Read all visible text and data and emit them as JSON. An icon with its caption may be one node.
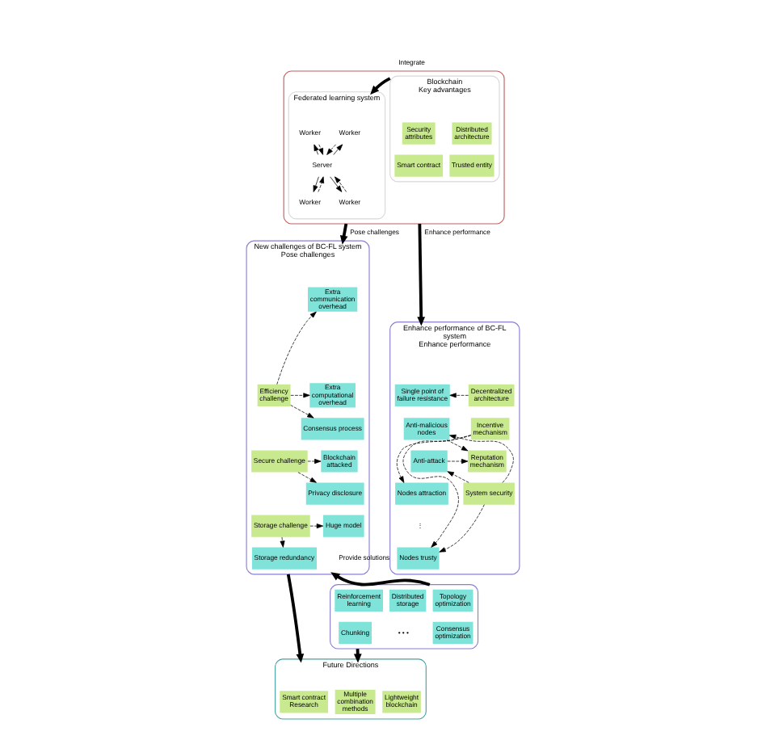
{
  "diagram": {
    "nodes": [
      {
        "text": [],
        "shape": "box"
      },
      {
        "text": [
          "Blockchain",
          "Key advantages"
        ],
        "in": 0
      },
      {
        "text": [
          "Security attributes"
        ],
        "in": 1
      },
      {
        "text": [
          "Distributed architecture"
        ],
        "in": 1
      },
      {
        "text": [
          "Smart contract"
        ],
        "in": 1
      },
      {
        "text": [
          "Trusted entity"
        ],
        "in": 1
      },
      {
        "text": [
          "Federated learning system"
        ],
        "in": 0
      },
      {
        "text": [
          "Server"
        ],
        "in": 6
      },
      {
        "text": [
          "Worker"
        ],
        "in": 6
      },
      {
        "text": [
          "Worker"
        ],
        "in": 6
      },
      {
        "text": [
          "Worker"
        ],
        "in": 6
      },
      {
        "text": [
          "Worker"
        ],
        "in": 6
      },
      {
        "text": [
          "Enhance performance of BC-FL system",
          "Enhance performance"
        ]
      },
      {
        "text": [
          "Single point of failure resistance"
        ],
        "in": 12
      },
      {
        "text": [
          "Anti-malicious nodes"
        ],
        "in": 12
      },
      {
        "text": [
          "Anti-attack"
        ],
        "in": 12
      },
      {
        "text": [
          "Nodes attraction"
        ],
        "in": 12
      },
      {
        "text": [
          "Nodes trusty"
        ],
        "in": 12
      },
      {
        "text": [
          "Decentralized architecture"
        ],
        "in": 12
      },
      {
        "text": [
          "Incentive mechanism"
        ],
        "in": 12
      },
      {
        "text": [
          "Reputation mechanism"
        ],
        "in": 12
      },
      {
        "text": [
          "System security"
        ],
        "in": 12
      },
      {
        "text": [
          "New challenges of BC-FL system",
          "Pose challenges"
        ]
      },
      {
        "text": [
          "Efficiency challenge"
        ],
        "in": 22
      },
      {
        "text": [
          "Extra communication overhead"
        ],
        "in": 22
      },
      {
        "text": [
          "Extra computational overhead"
        ],
        "in": 22
      },
      {
        "text": [
          "Consensus process"
        ],
        "in": 22
      },
      {
        "text": [
          "Secure challenge"
        ],
        "in": 22
      },
      {
        "text": [
          "Blockchain attacked"
        ],
        "in": 22
      },
      {
        "text": [
          "Privacy disclosure"
        ],
        "in": 22
      },
      {
        "text": [
          "Storage challenge"
        ],
        "in": 22
      },
      {
        "text": [
          "Huge model"
        ],
        "in": 22
      },
      {
        "text": [
          "Storage redundancy"
        ],
        "in": 22
      },
      {
        "text": [],
        "shape": "box"
      },
      {
        "text": [
          "Reinforcement learning"
        ],
        "in": 33
      },
      {
        "text": [
          "Distributed storage"
        ],
        "in": 33
      },
      {
        "text": [
          "Topology optimization"
        ],
        "in": 33
      },
      {
        "text": [
          "Chunking"
        ],
        "in": 33
      },
      {
        "text": [
          "Consensus optimization"
        ],
        "in": 33
      },
      {
        "text": [
          "Future Directions"
        ]
      },
      {
        "text": [
          "Multiple combination methods"
        ],
        "in": 39
      },
      {
        "text": [
          "Lightweight blockchain"
        ],
        "in": 39
      },
      {
        "text": [
          "Smart contract Research"
        ],
        "in": 39
      }
    ],
    "edges": [
      {
        "from": 1,
        "to": 6,
        "arrow": "to",
        "label": "Integrate",
        "style": "thick"
      },
      {
        "from": 7,
        "to": 8,
        "arrow": "to"
      },
      {
        "from": 8,
        "to": 7,
        "arrow": "to",
        "style": "dashed"
      },
      {
        "from": 7,
        "to": 9,
        "arrow": "to"
      },
      {
        "from": 9,
        "to": 7,
        "arrow": "to",
        "style": "dashed"
      },
      {
        "from": 7,
        "to": 10,
        "arrow": "to"
      },
      {
        "from": 10,
        "to": 7,
        "arrow": "to",
        "style": "dashed"
      },
      {
        "from": 7,
        "to": 11,
        "arrow": "to"
      },
      {
        "from": 11,
        "to": 7,
        "arrow": "to",
        "style": "dashed"
      },
      {
        "from": 0,
        "to": 12,
        "arrow": "to",
        "label": "Enhance performance",
        "style": "thick"
      },
      {
        "from": 0,
        "to": 22,
        "arrow": "to",
        "label": "Pose challenges",
        "style": "thick"
      },
      {
        "from": 18,
        "to": 13,
        "arrow": "to",
        "style": "dashed"
      },
      {
        "from": 19,
        "to": 16,
        "arrow": "to",
        "style": "dashed"
      },
      {
        "from": 19,
        "to": 17,
        "arrow": "to",
        "style": "dashed"
      },
      {
        "from": 14,
        "to": 20,
        "arrow": "to",
        "style": "dashed"
      },
      {
        "from": 15,
        "to": 20,
        "arrow": "to",
        "style": "dashed"
      },
      {
        "from": 21,
        "to": 14,
        "arrow": "to",
        "style": "dashed"
      },
      {
        "from": 21,
        "to": 15,
        "arrow": "to",
        "style": "dashed"
      },
      {
        "from": 21,
        "to": 17,
        "arrow": "to",
        "style": "dashed"
      },
      {
        "from": 23,
        "to": 24,
        "arrow": "to",
        "style": "dashed"
      },
      {
        "from": 23,
        "to": 25,
        "arrow": "to",
        "style": "dashed"
      },
      {
        "from": 23,
        "to": 26,
        "arrow": "to",
        "style": "dashed"
      },
      {
        "from": 27,
        "to": 28,
        "arrow": "to",
        "style": "dashed"
      },
      {
        "from": 27,
        "to": 29,
        "arrow": "to",
        "style": "dashed"
      },
      {
        "from": 30,
        "to": 31,
        "arrow": "to",
        "style": "dashed"
      },
      {
        "from": 30,
        "to": 32,
        "arrow": "to",
        "style": "dashed"
      },
      {
        "from": 33,
        "to": 22,
        "arrow": "to",
        "label": "Provide solutions",
        "style": "thick"
      },
      {
        "from": 33,
        "to": 39,
        "arrow": "to",
        "style": "thick"
      },
      {
        "from": 22,
        "to": 39,
        "arrow": "to",
        "style": "thick"
      }
    ],
    "labels": [
      "⋮",
      "• • •"
    ]
  }
}
